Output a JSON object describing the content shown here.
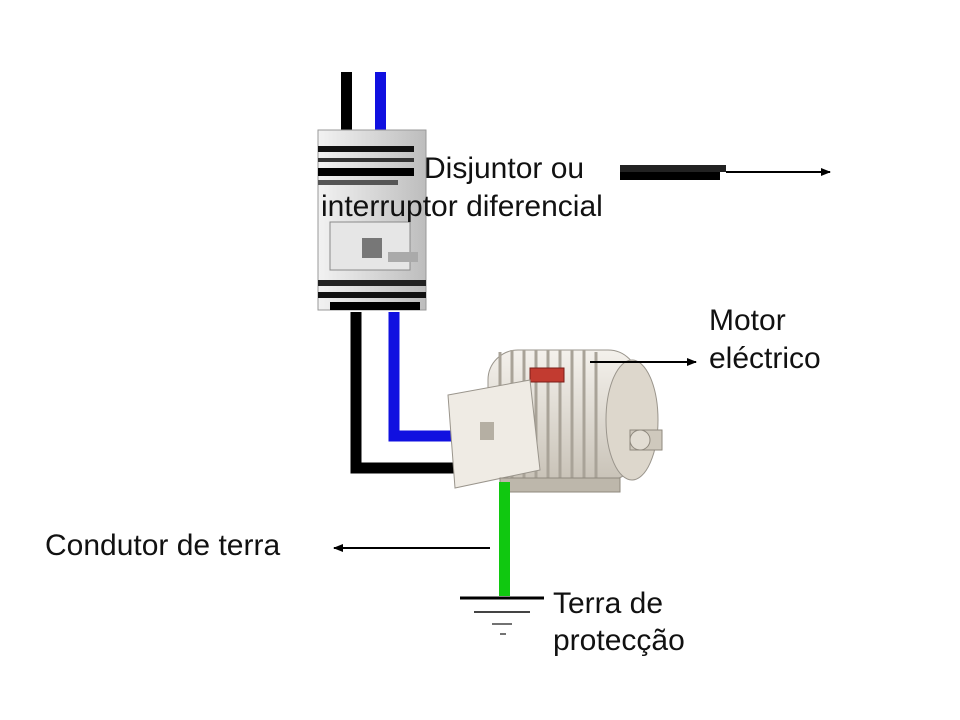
{
  "labels": {
    "breaker_line1": "Disjuntor ou",
    "breaker_line2": "interruptor diferencial",
    "motor_line1": "Motor",
    "motor_line2": "eléctrico",
    "ground_conductor": "Condutor de terra",
    "protective_earth_line1": "Terra de",
    "protective_earth_line2": "protecção"
  },
  "colors": {
    "phase_wire": "#000000",
    "neutral_wire": "#1010e0",
    "earth_wire": "#10c810",
    "motor_body": "#e8e3da"
  }
}
